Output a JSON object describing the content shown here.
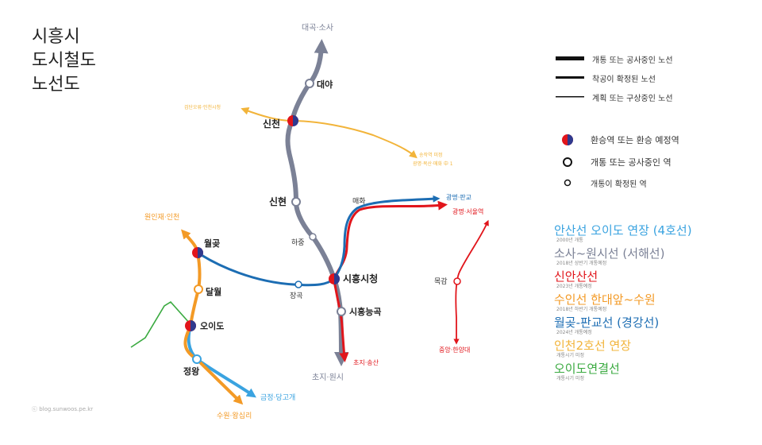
{
  "title_lines": [
    "시흥시",
    "도시철도",
    "노선도"
  ],
  "copyright": "ⓒ blog.sunwoos.pe.kr",
  "colors": {
    "seohae": "#7b8196",
    "sinansan": "#e1151b",
    "wolgot": "#1c6db3",
    "suin": "#f39a26",
    "incheon2": "#f2b43a",
    "oido_link": "#3aaa40",
    "line4": "#3aa3e0"
  },
  "legend": {
    "line_types": [
      {
        "label": "개통 또는 공사중인 노선"
      },
      {
        "label": "착공이 확정된 노선"
      },
      {
        "label": "계획 또는 구상중인 노선"
      }
    ],
    "station_types": [
      {
        "label": "환승역 또는 환승 예정역",
        "icon": "transfer-icon"
      },
      {
        "label": "개통 또는 공사중인 역",
        "icon": "open-station-icon"
      },
      {
        "label": "개통이 확정된 역",
        "icon": "planned-station-icon"
      }
    ]
  },
  "lines": [
    {
      "name": "안산선 오이도 연장 (4호선)",
      "sub": "2000년 개통",
      "color": "#3aa3e0"
    },
    {
      "name": "소사~원시선 (서해선)",
      "sub": "2018년 상반기 개통예정",
      "color": "#7b8196"
    },
    {
      "name": "신안산선",
      "sub": "2023년 개통예정",
      "color": "#e1151b"
    },
    {
      "name": "수인선 한대앞~수원",
      "sub": "2018년 하반기 개통예정",
      "color": "#f39a26"
    },
    {
      "name": "월곶-판교선 (경강선)",
      "sub": "2024년 개통예정",
      "color": "#1c6db3"
    },
    {
      "name": "인천2호선 연장",
      "sub": "개통시기 미정",
      "color": "#f2b43a"
    },
    {
      "name": "오이도연결선",
      "sub": "개통시기 미정",
      "color": "#3aaa40"
    }
  ],
  "stations": {
    "daeya": "대야",
    "sincheon": "신천",
    "sinhyeon": "신현",
    "hajung": "하중",
    "siheung_city_hall": "시흥시청",
    "siheung_neunggok": "시흥능곡",
    "maehwa": "매화",
    "janggok": "장곡",
    "wolgot": "월곶",
    "dalwol": "달월",
    "oido": "오이도",
    "jeongwang": "정왕",
    "mokgam": "목감"
  },
  "destinations": {
    "daegok_sosa": "대곡·소사",
    "geomdan": "검단오류·인천시청",
    "yeokgok": "송작역 미정",
    "yeokgok2": "광명·목산·매화 中 1",
    "gwangmyeong_pangyo": "광명·판교",
    "gwangmyeong_seoul": "광명·서울역",
    "wonin_incheon": "원인재·인천",
    "choji_wonsi": "초지·원시",
    "choji_songsan": "초지·송산",
    "jungang_hanyang": "중앙·한양대",
    "geumjeong_danggogae": "금정·당고개",
    "suwon_wangsimni": "수원·왕십리"
  }
}
